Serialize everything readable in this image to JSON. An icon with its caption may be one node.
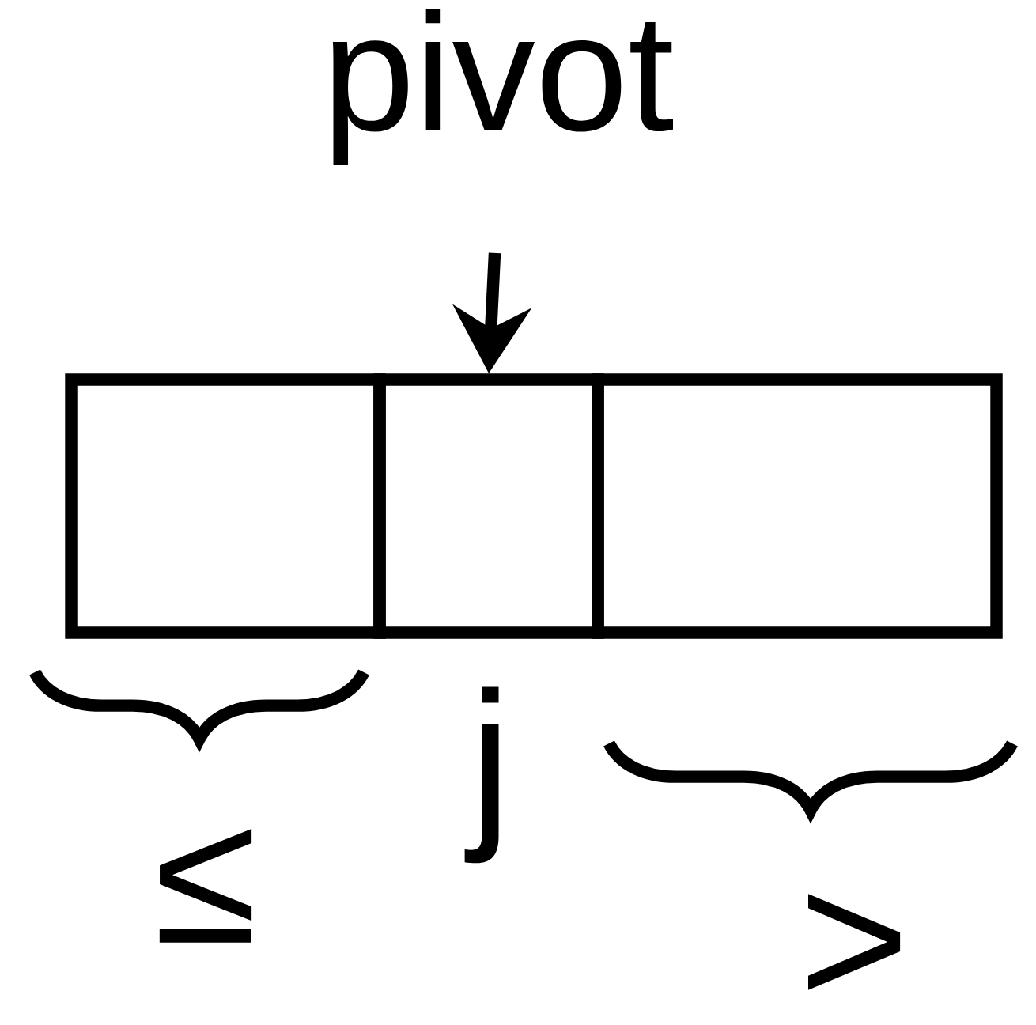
{
  "diagram": {
    "nodes": [
      {
        "text": [
          "pivot"
        ]
      },
      {
        "text": [],
        "shape": "box"
      },
      {
        "text": [],
        "shape": "box"
      },
      {
        "text": [],
        "shape": "box"
      }
    ],
    "edges": [
      {
        "from": 0,
        "to": 2,
        "arrow": "to"
      }
    ],
    "labels": [
      "j",
      "≤",
      ">"
    ]
  }
}
